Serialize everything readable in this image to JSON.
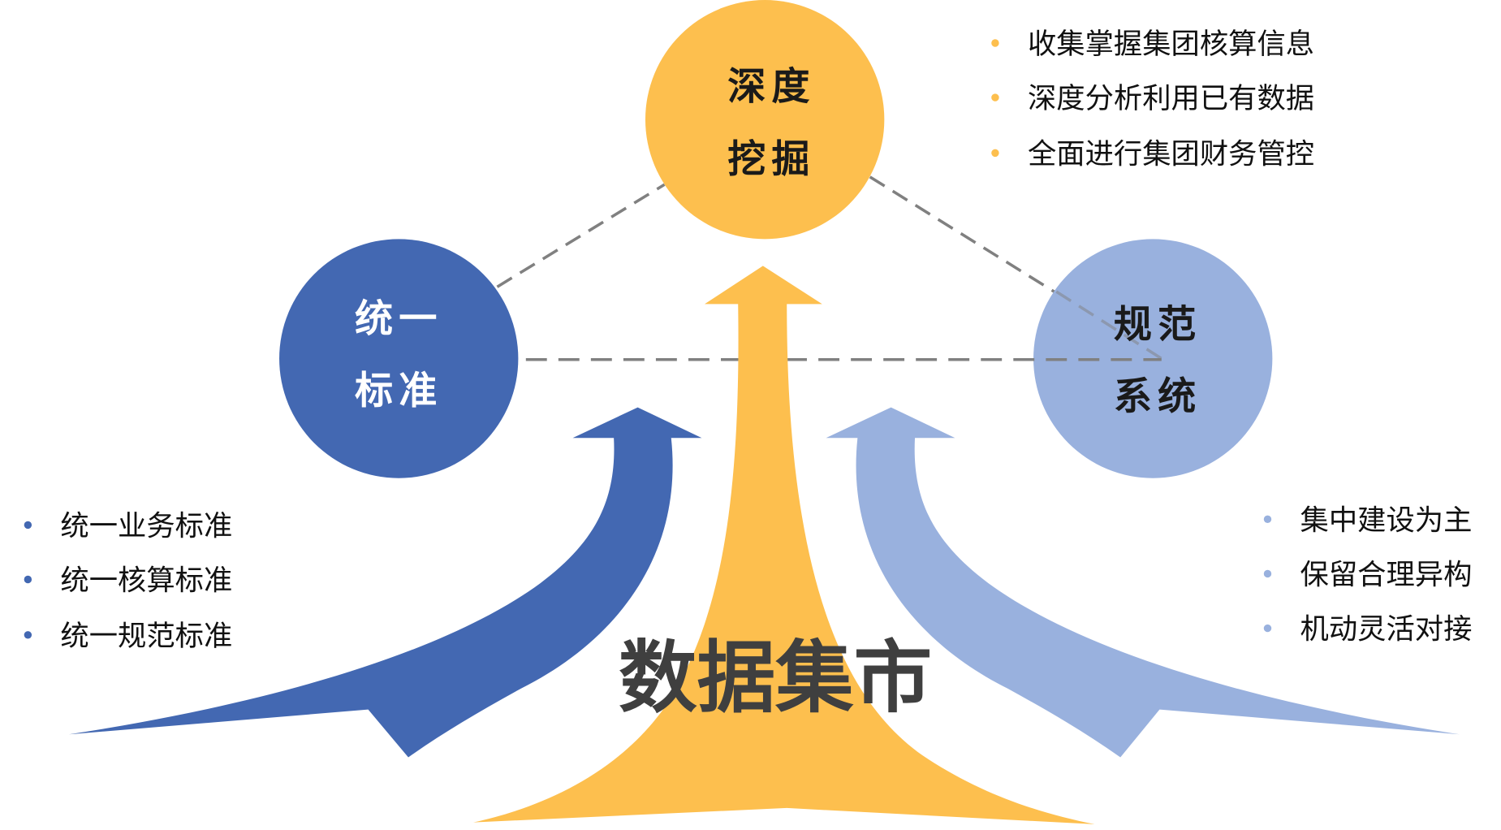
{
  "colors": {
    "yellow": "#FDBF4E",
    "blue": "#4368B2",
    "light_blue": "#99B1DE",
    "dash": "#808080",
    "title": "#3f3f3f"
  },
  "center": {
    "title": "数据集市"
  },
  "nodes": {
    "top": {
      "line1": "深度",
      "line2": "挖掘",
      "bullets": [
        "收集掌握集团核算信息",
        "深度分析利用已有数据",
        "全面进行集团财务管控"
      ]
    },
    "left": {
      "line1": "统一",
      "line2": "标准",
      "bullets": [
        "统一业务标准",
        "统一核算标准",
        "统一规范标准"
      ]
    },
    "right": {
      "line1": "规范",
      "line2": "系统",
      "bullets": [
        "集中建设为主",
        "保留合理异构",
        "机动灵活对接"
      ]
    }
  }
}
